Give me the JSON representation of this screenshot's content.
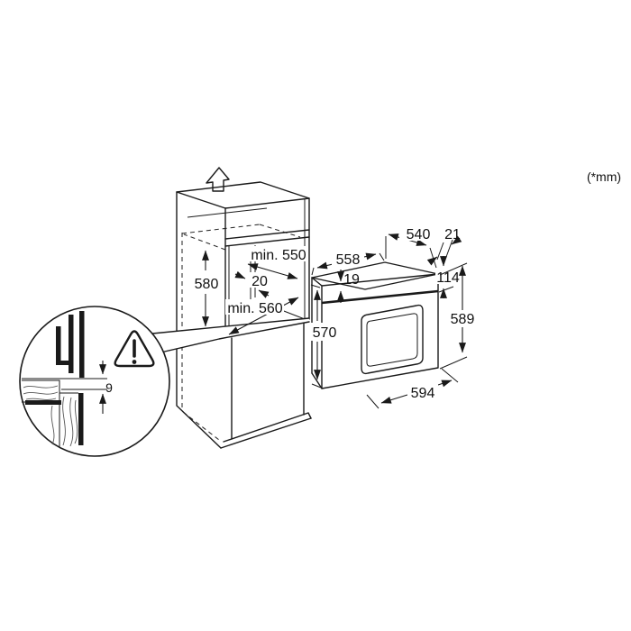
{
  "diagram": {
    "unit_note": "(*mm)",
    "cabinet": {
      "niche_height": "580",
      "niche_depth_min": "min. 550",
      "rear_gap": "20",
      "niche_width_min": "min. 560"
    },
    "installation_detail": {
      "front_clearance": "9"
    },
    "oven": {
      "top_width": "558",
      "top_depth": "540",
      "door_protrusion": "21",
      "trim_overlap": "19",
      "front_height": "570",
      "control_panel_height": "114",
      "total_height": "589",
      "front_width": "594"
    }
  }
}
